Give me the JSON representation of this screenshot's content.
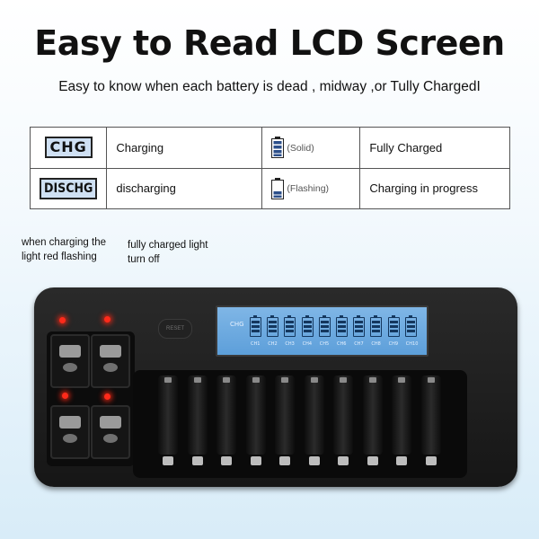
{
  "headline": "Easy to Read LCD Screen",
  "subline": "Easy to know when each battery is dead , midway ,or Tully ChargedI",
  "legend": {
    "row1": {
      "code": "CHG",
      "meaning": "Charging",
      "icon_state": "(Solid)",
      "icon_meaning": "Fully Charged"
    },
    "row2": {
      "code": "DISCHG",
      "meaning": "discharging",
      "icon_state": "(Flashing)",
      "icon_meaning": "Charging in progress"
    }
  },
  "notes": {
    "red_light_1": "when charging the",
    "red_light_2": "light red flashing",
    "green_light_1": "fully charged light",
    "green_light_2": "turn off"
  },
  "charger": {
    "lcd_label": "CHG",
    "channels": [
      "CH1",
      "CH2",
      "CH3",
      "CH4",
      "CH5",
      "CH6",
      "CH7",
      "CH8",
      "CH9",
      "CH10"
    ],
    "reset_label": "RESET",
    "led_color": "#ff2a1a",
    "lcd_color": "#6aa9e0"
  }
}
